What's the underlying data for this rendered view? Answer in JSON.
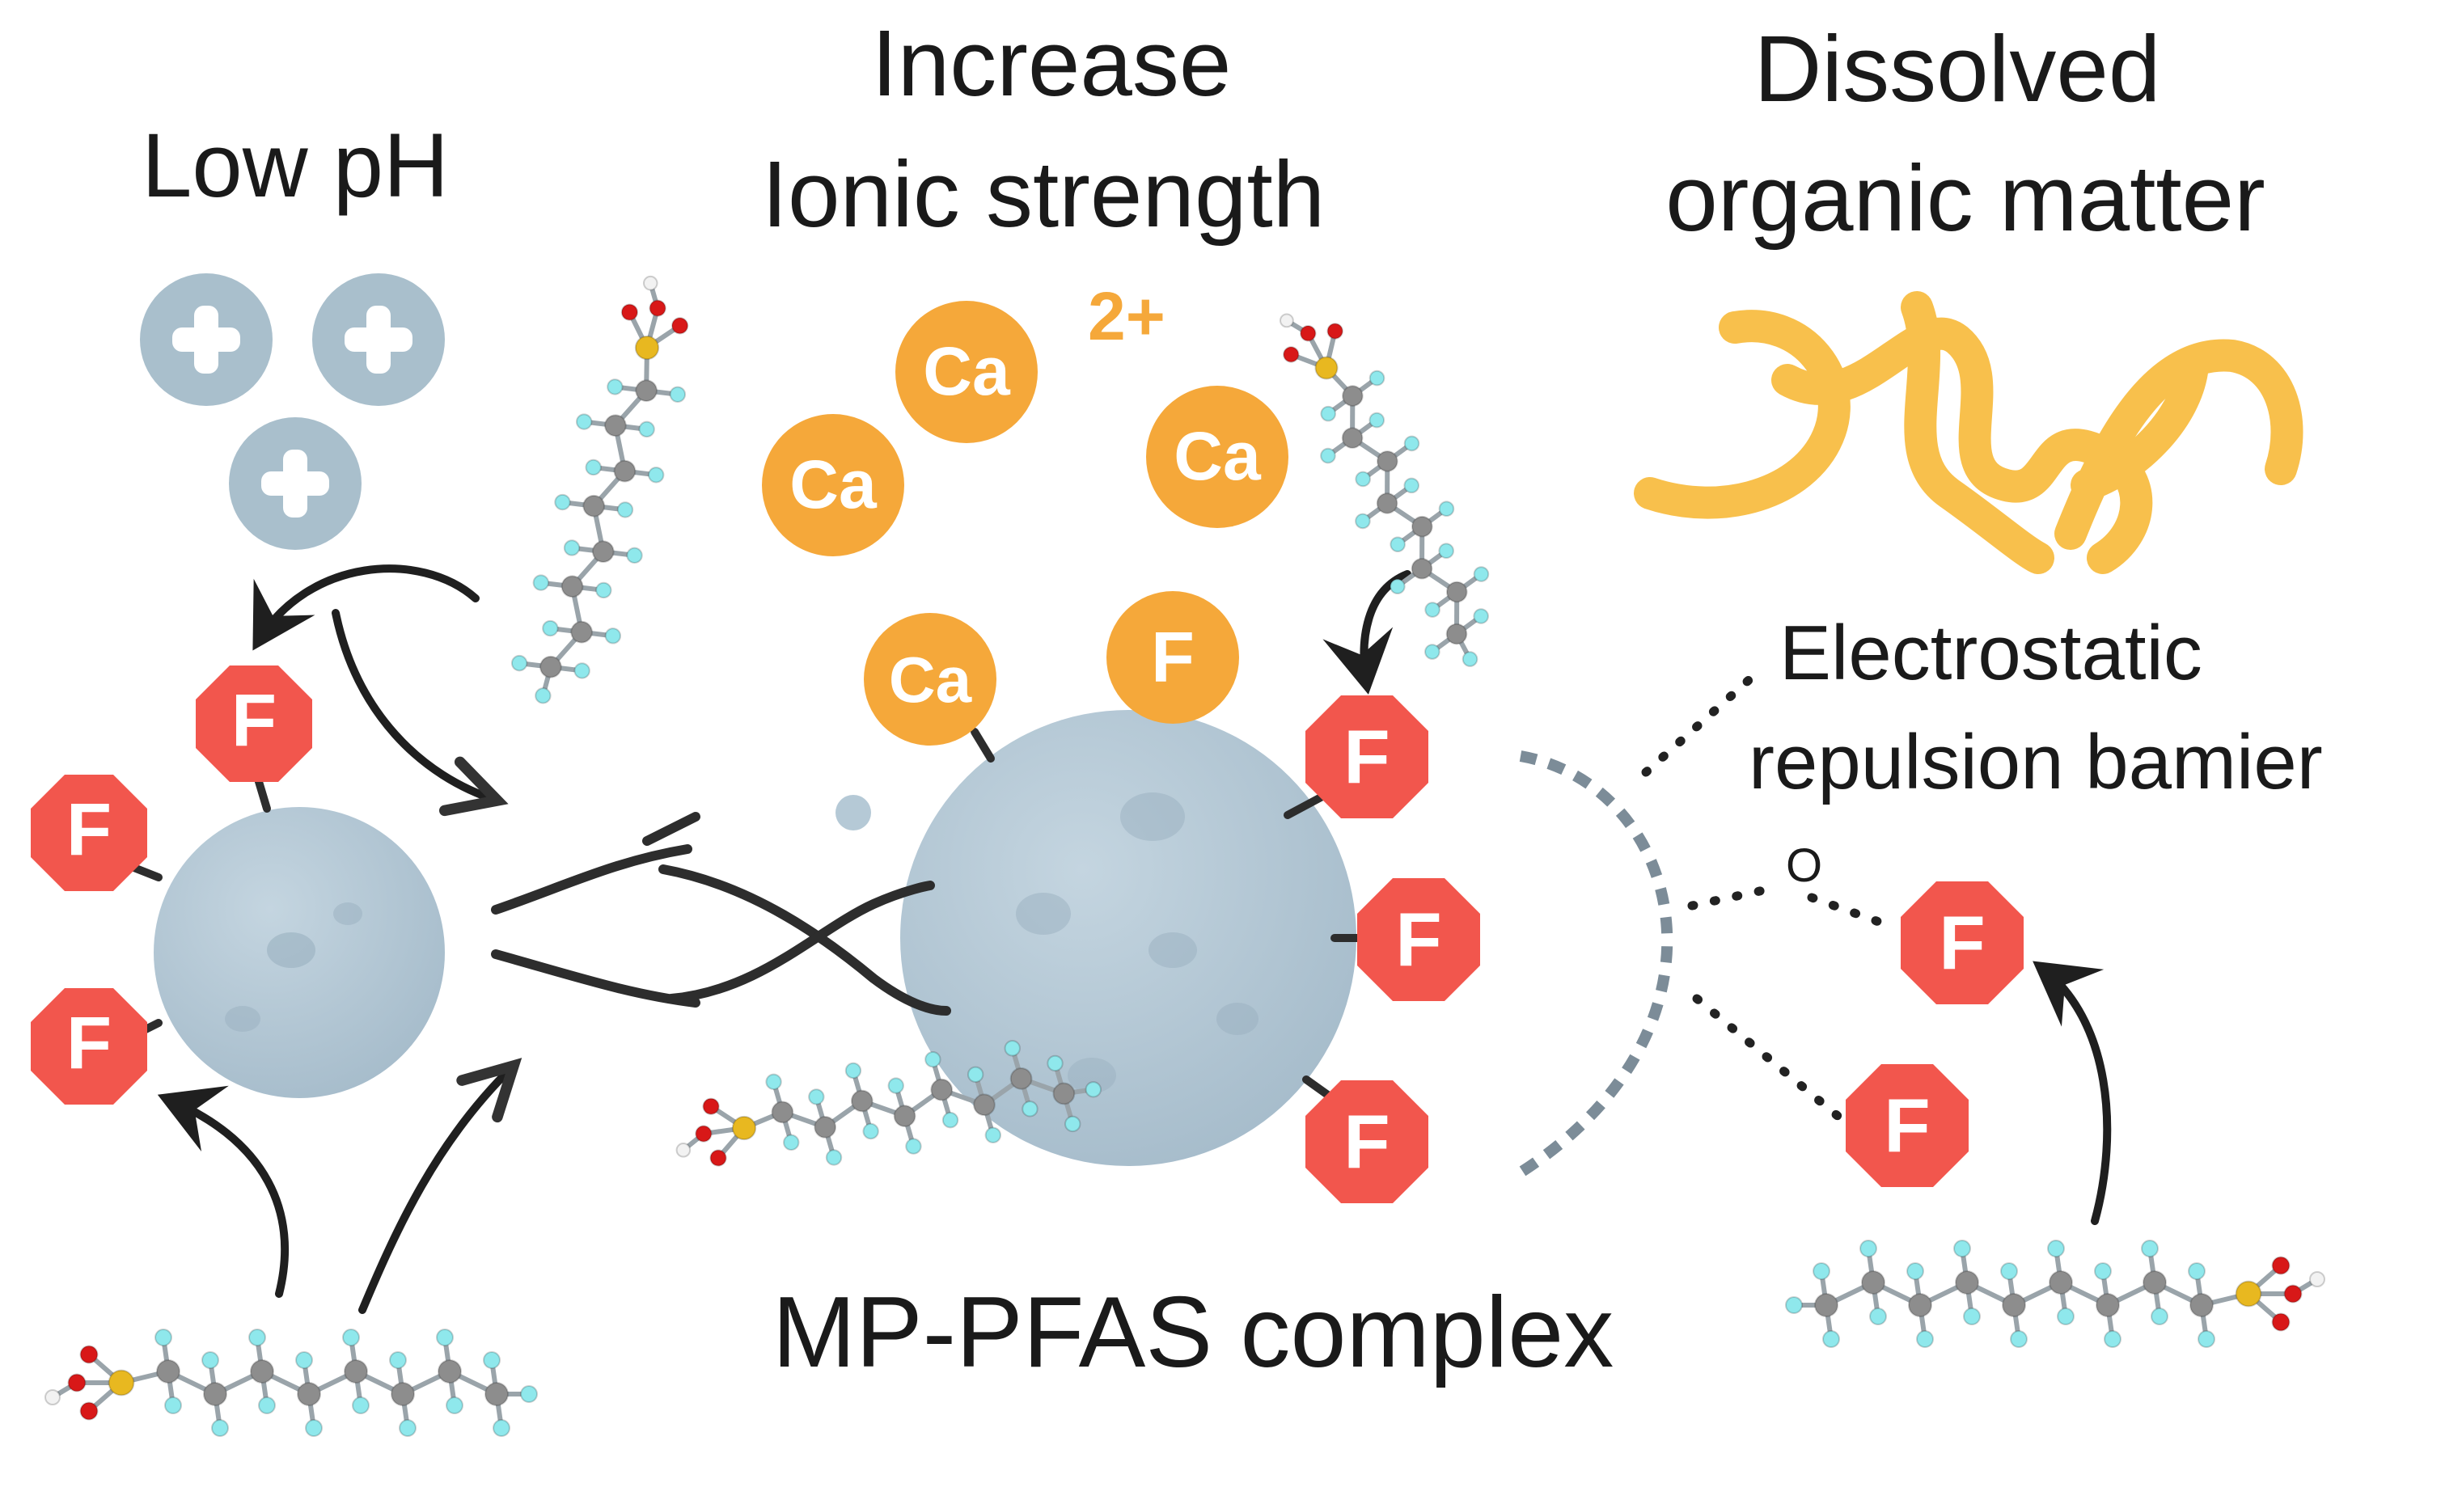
{
  "labels": {
    "low_ph": "Low pH",
    "increase_line1": "Increase",
    "increase_line2": "Ionic strength",
    "dom_line1": "Dissolved",
    "dom_line2": "organic matter",
    "electro_line1": "Electrostatic",
    "electro_line2": "repulsion bamier",
    "complex": "MP-PFAS complex",
    "o_label": "O"
  },
  "ions": {
    "calcium": "Ca",
    "charge": "2+",
    "fluorine": "F"
  },
  "colors": {
    "microplastic": "#b5c9d6",
    "proton": "#a9bfcc",
    "calcium": "#f5a83a",
    "fluorine": "#f2564d",
    "dom_strand": "#f8c04c",
    "carbon": "#8d8d8d",
    "fluorine_atom": "#8fe8ec",
    "sulfur": "#e8b820",
    "oxygen": "#d81818",
    "hydrogen": "#f2f2f2",
    "line": "#2d2d2d"
  },
  "icons": {
    "proton": "plus-icon",
    "fluoride": "octagon-f-icon"
  }
}
